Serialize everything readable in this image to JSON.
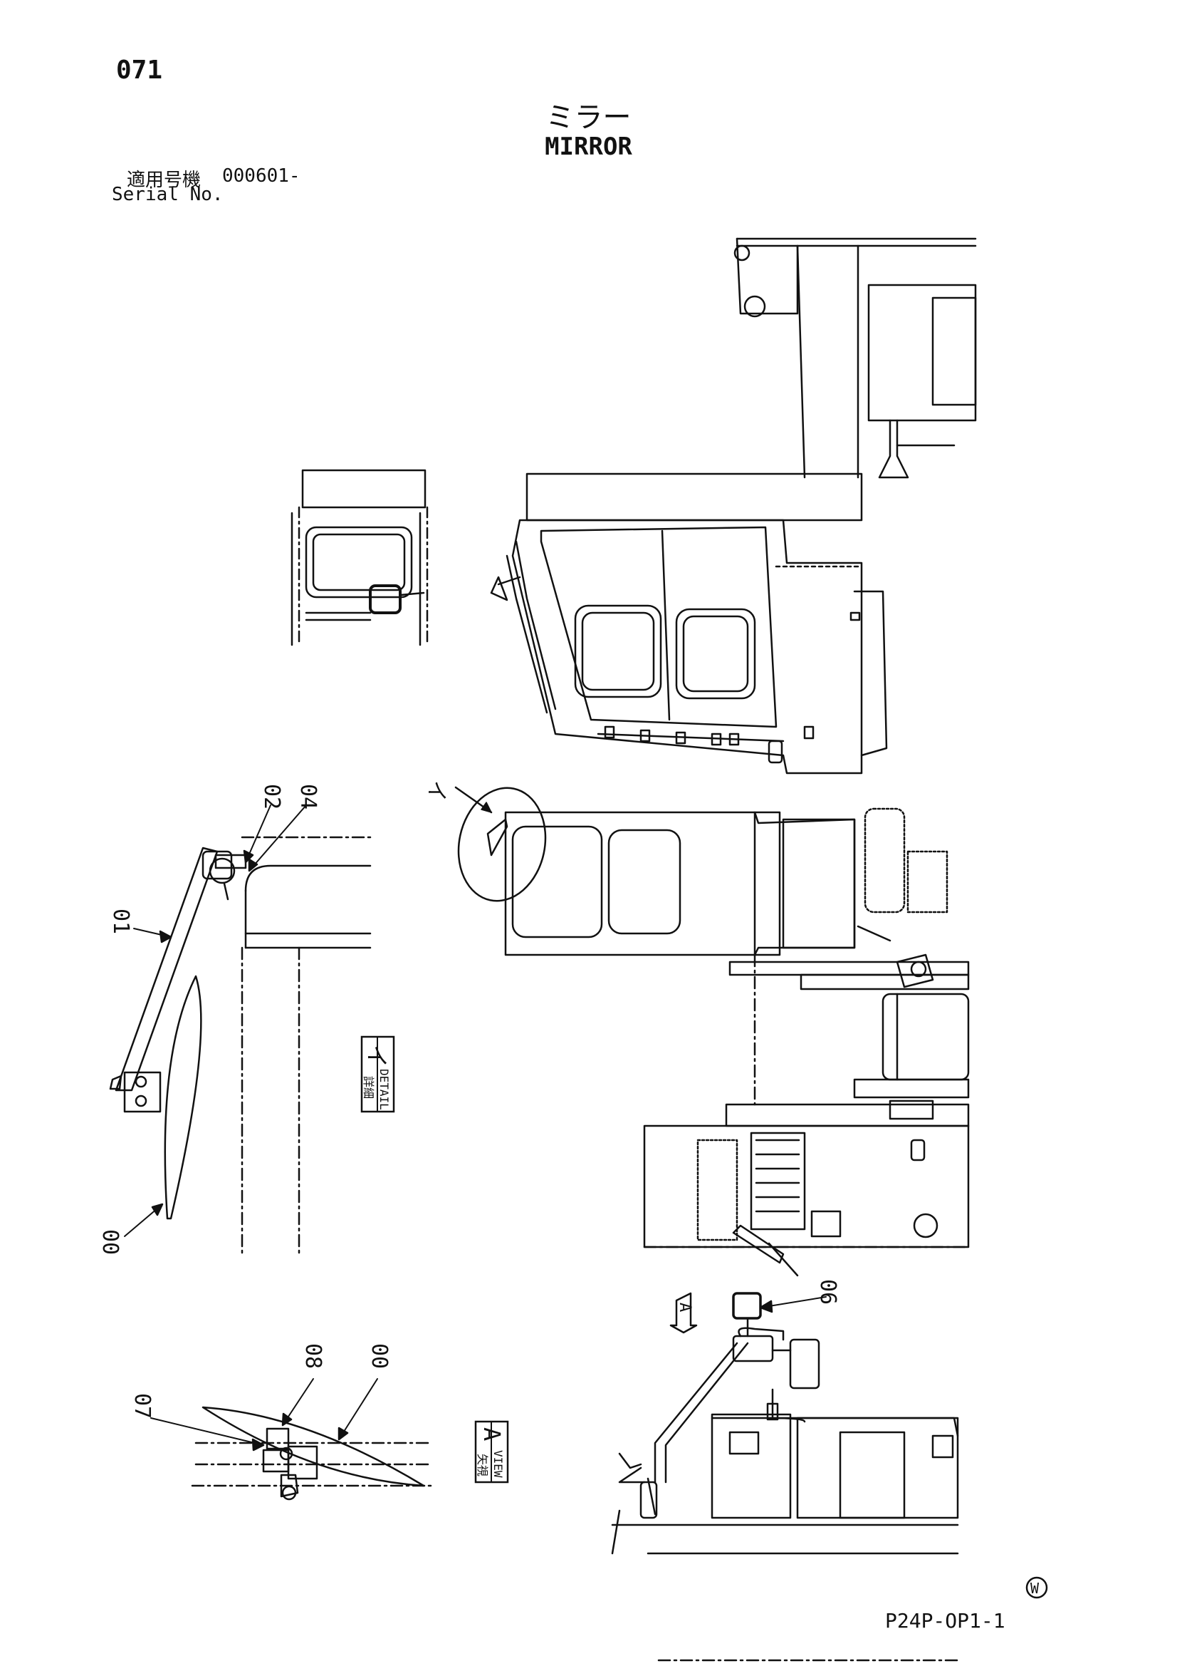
{
  "header": {
    "page_number": "071",
    "title_jp": "ミラー",
    "title_en": "MIRROR",
    "serial_label_jp": "適用号機",
    "serial_value": "000601-",
    "serial_label_en": "Serial No."
  },
  "callouts": {
    "c00_top": "00",
    "c01": "01",
    "c02": "02",
    "c04": "04",
    "c06": "06",
    "c07": "07",
    "c08": "08",
    "c00_bottom": "00",
    "detail_letter": "イ"
  },
  "labels": {
    "detail_jp": "詳細",
    "detail_en": "DETAIL",
    "detail_mark": "イ",
    "view_jp": "矢視",
    "view_en": "VIEW",
    "view_mark": "A",
    "arrow_label": "A",
    "w_mark": "W"
  },
  "footer": {
    "drawing_code": "P24P-OP1-1"
  },
  "style": {
    "line_color": "#111111",
    "background": "#ffffff"
  }
}
